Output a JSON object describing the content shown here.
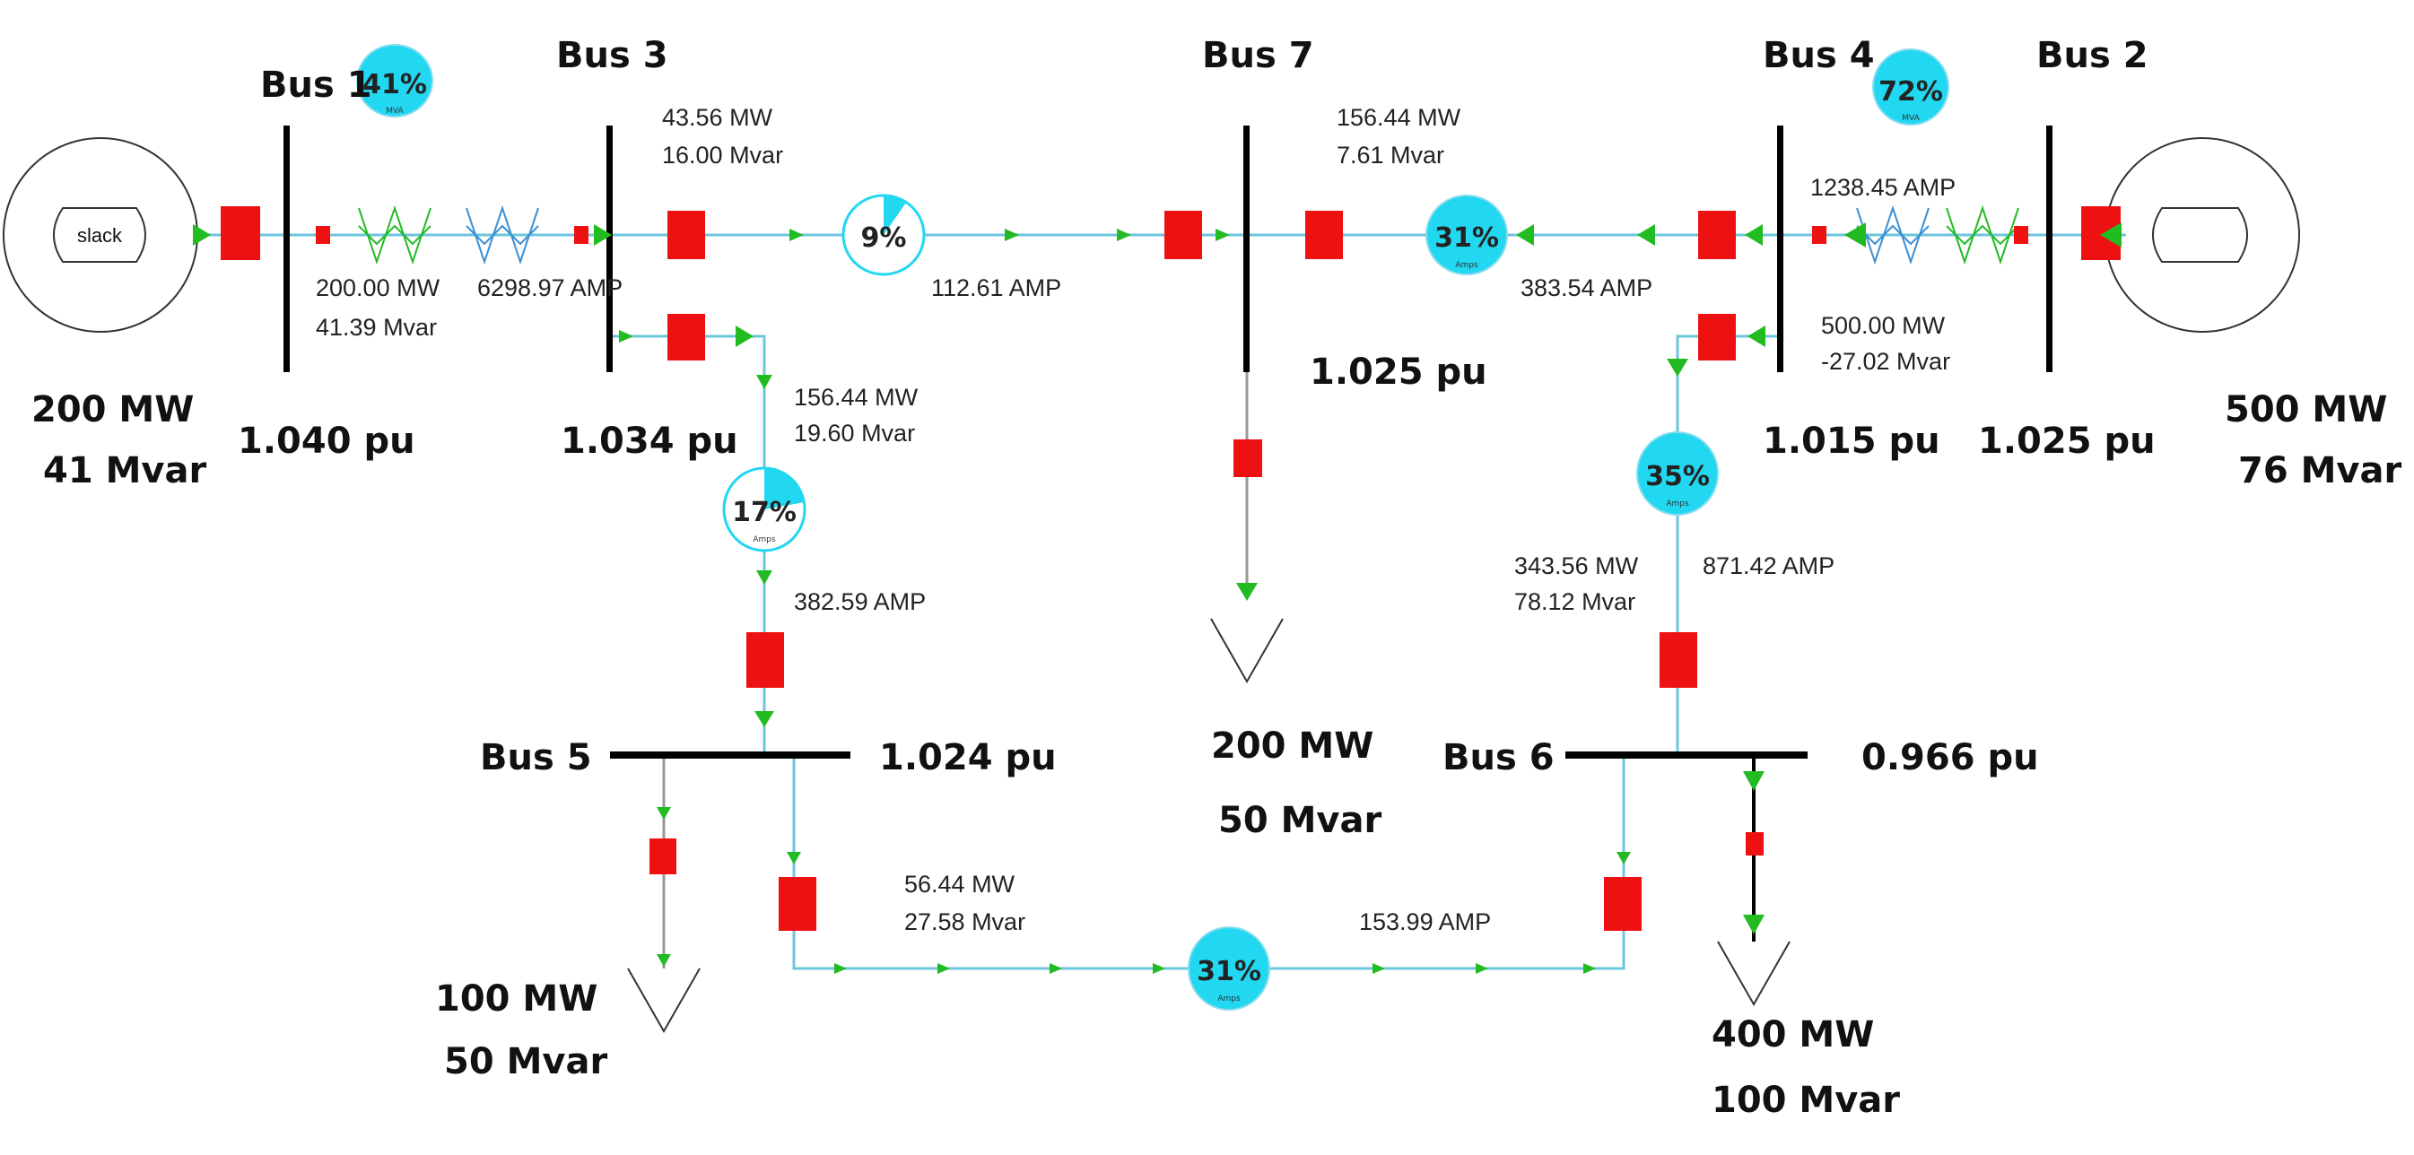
{
  "buses": {
    "bus1": {
      "name": "Bus 1",
      "voltage": "1.040 pu"
    },
    "bus2": {
      "name": "Bus 2",
      "voltage": "1.025 pu"
    },
    "bus3": {
      "name": "Bus 3",
      "voltage": "1.034 pu"
    },
    "bus4": {
      "name": "Bus 4",
      "voltage": "1.015 pu"
    },
    "bus5": {
      "name": "Bus 5",
      "voltage": "1.024 pu"
    },
    "bus6": {
      "name": "Bus 6",
      "voltage": "0.966 pu"
    },
    "bus7": {
      "name": "Bus 7",
      "voltage": "1.025 pu"
    }
  },
  "generators": {
    "gen1": {
      "label": "slack",
      "mw": "200 MW",
      "mvar": "41 Mvar"
    },
    "gen2": {
      "mw": "500 MW",
      "mvar": "76 Mvar"
    }
  },
  "loads": {
    "load5": {
      "mw": "100 MW",
      "mvar": "50 Mvar"
    },
    "load6": {
      "mw": "400 MW",
      "mvar": "100 Mvar"
    },
    "load7": {
      "mw": "200 MW",
      "mvar": "50 Mvar"
    }
  },
  "flows": {
    "gen1_mw": "200.00 MW",
    "gen1_amp": "6298.97 AMP",
    "gen1_mvar": "41.39 Mvar",
    "b37_mw": "43.56 MW",
    "b37_mvar": "16.00 Mvar",
    "b37_amp": "112.61 AMP",
    "b47_mw": "156.44 MW",
    "b47_mvar": "7.61 Mvar",
    "b47_amp": "383.54 AMP",
    "gen2_amp": "1238.45 AMP",
    "gen2_mw": "500.00 MW",
    "gen2_mvar": "-27.02 Mvar",
    "b35_mw": "156.44 MW",
    "b35_mvar": "19.60 Mvar",
    "b35_amp": "382.59 AMP",
    "b46_mw": "343.56 MW",
    "b46_mvar": "78.12 Mvar",
    "b46_amp": "871.42 AMP",
    "b56_mw": "56.44 MW",
    "b56_mvar": "27.58 Mvar",
    "b56_amp": "153.99 AMP"
  },
  "loadings": {
    "xf1": "41%",
    "xf2": "72%",
    "line37": "9%",
    "line47": "31%",
    "line35": "17%",
    "line46": "35%",
    "line56": "31%",
    "unit_mva": "MVA",
    "unit_amps": "Amps"
  },
  "colors": {
    "line": "#6cc6dc",
    "breaker": "#ee1111",
    "arrow": "#22bb22",
    "gauge": "#22d7f0",
    "bus": "#000000"
  }
}
